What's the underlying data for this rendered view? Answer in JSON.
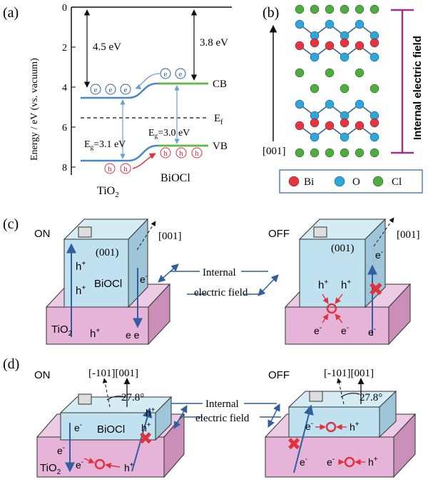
{
  "panel_a": {
    "label": "(a)",
    "y_axis_label": "Energy / eV  (vs. vacuum)",
    "y_ticks": [
      "0",
      "2",
      "4",
      "6",
      "8"
    ],
    "tio2_cb_energy": "4.5 eV",
    "biocl_cb_energy": "3.8 eV",
    "cb_label": "CB",
    "vb_label": "VB",
    "ef_label": "E",
    "ef_sub": "f",
    "eg_tio2_prefix": "E",
    "eg_tio2_sub": "g",
    "eg_tio2_value": "=3.1 eV",
    "eg_biocl_prefix": "E",
    "eg_biocl_sub": "g",
    "eg_biocl_value": "=3.0 eV",
    "tio2_label": "TiO",
    "tio2_sub": "2",
    "biocl_label": "BiOCl",
    "electron": "e",
    "hole": "h"
  },
  "panel_b": {
    "label": "(b)",
    "direction_label": "[001]",
    "field_label": "Internal electric field",
    "legend": [
      {
        "name": "Bi",
        "color": "#e8323c"
      },
      {
        "name": "O",
        "color": "#2aa6e0"
      },
      {
        "name": "Cl",
        "color": "#4caf3c"
      }
    ]
  },
  "panel_c": {
    "label": "(c)",
    "on_label": "ON",
    "off_label": "OFF",
    "facet": "(001)",
    "direction": "[001]",
    "biocl": "BiOCl",
    "tio2": "TiO",
    "tio2_sub": "2",
    "field_line1": "Internal",
    "field_line2": "electric  field",
    "h_plus": "h",
    "e_minus": "e",
    "e_pair": "e   e"
  },
  "panel_d": {
    "label": "(d)",
    "on_label": "ON",
    "off_label": "OFF",
    "directions": "[-101][001]",
    "angle": "27.8°",
    "biocl": "BiOCl",
    "tio2": "TiO",
    "tio2_sub": "2",
    "field_line1": "Internal",
    "field_line2": "electric  field",
    "h_plus": "h",
    "e_minus": "e"
  },
  "colors": {
    "tio2_band": "#4a86c4",
    "biocl_band": "#6bb744",
    "arrow_red": "#e0323c",
    "crystal_blue": "#bfe1f0",
    "substrate_pink": "#e5b4d8",
    "field_bar": "#a0308a"
  }
}
